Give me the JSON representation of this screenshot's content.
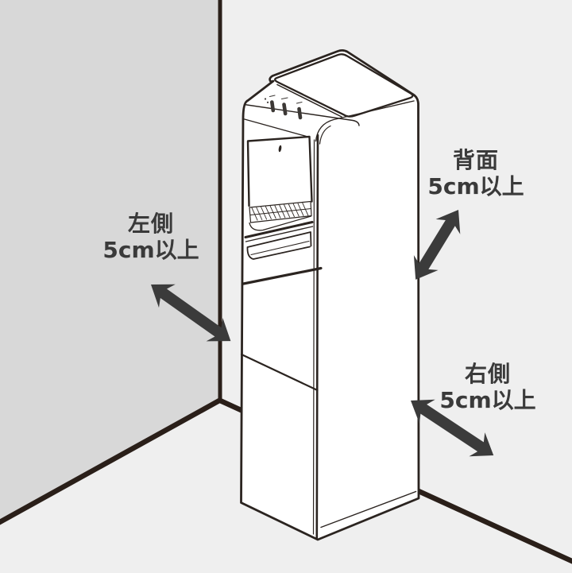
{
  "labels": {
    "left": {
      "side": "左側",
      "distance": "5cm以上"
    },
    "back": {
      "side": "背面",
      "distance": "5cm以上"
    },
    "right": {
      "side": "右側",
      "distance": "5cm以上"
    }
  },
  "arrows": [
    {
      "id": "left",
      "type": "double-headed",
      "indicates": "left clearance"
    },
    {
      "id": "back",
      "type": "double-headed",
      "indicates": "back clearance"
    },
    {
      "id": "right",
      "type": "double-headed",
      "indicates": "right clearance"
    }
  ],
  "colors": {
    "left_wall": "#d8d8d8",
    "right_wall_and_floor": "#efefef",
    "wall_floor_line": "#2a1f19",
    "dispenser_outline": "#2b2420",
    "dispenser_body": "#ffffff",
    "arrow": "#3b3b3b",
    "label_text": "#3a3a3a"
  }
}
